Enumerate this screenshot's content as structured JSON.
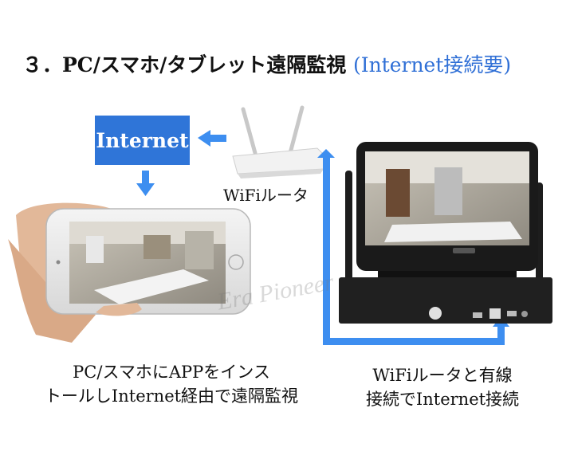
{
  "title": {
    "main": "３．PC/スマホ/タブレット遠隔監視",
    "accent": "(Internet接続要)"
  },
  "internet_label": "Internet",
  "router_label": "WiFiルータ",
  "caption_left": [
    "PC/スマホにAPPをインス",
    "トールしInternet経由で遠隔監視"
  ],
  "caption_right": [
    "WiFiルータと有線",
    "接続でInternet接続"
  ],
  "watermark": "Era Pioneer",
  "colors": {
    "accent": "#2f6fd6",
    "box": "#2f75d8",
    "arrow": "#3d8ef0"
  }
}
